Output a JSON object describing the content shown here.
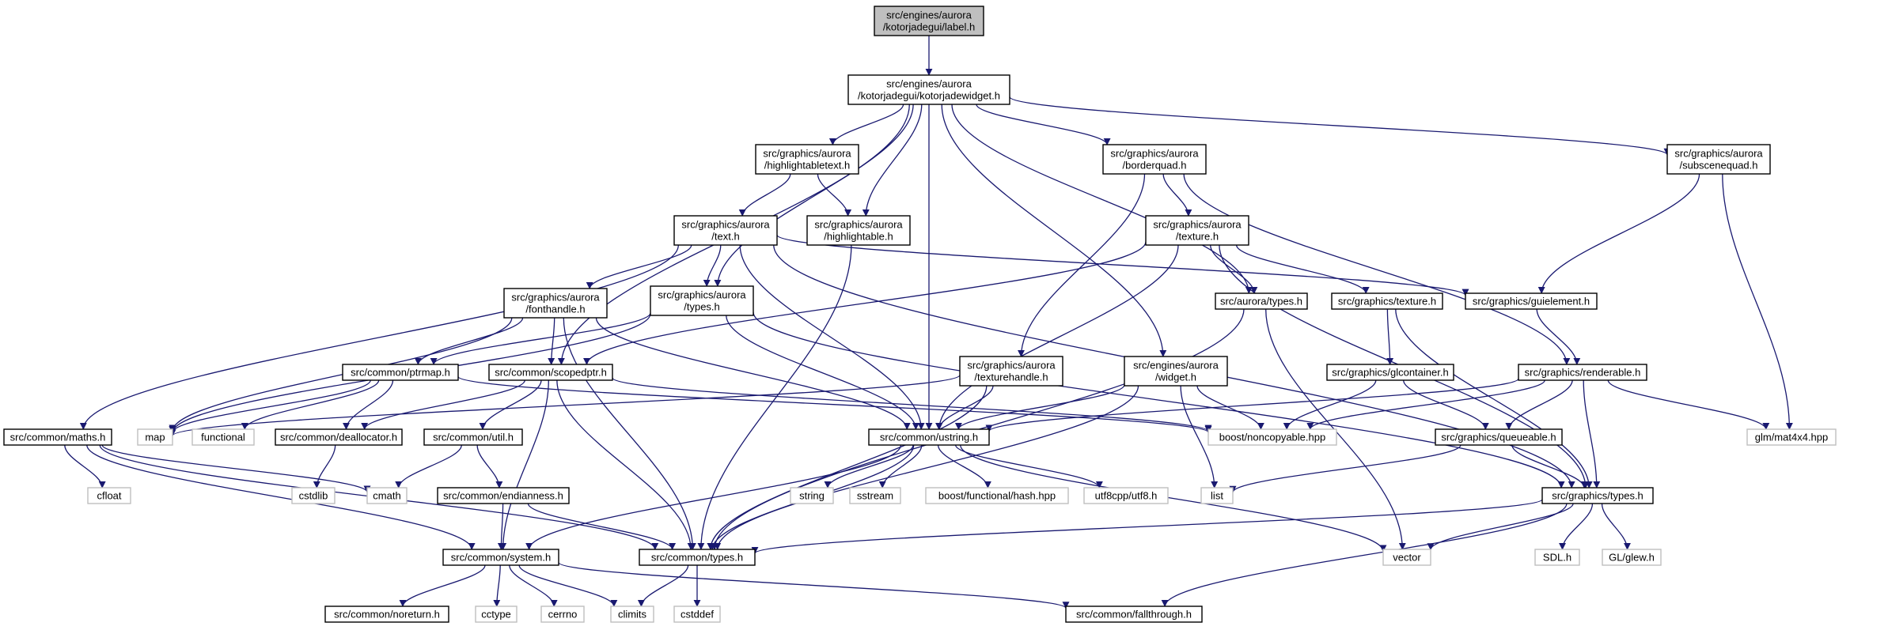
{
  "title": "",
  "colors": {
    "edge": "#191970",
    "node_border": "#000000",
    "external_border": "#bfbfbf",
    "root_fill": "#bfbfbf",
    "node_fill": "#ffffff",
    "external_text": "#000000"
  },
  "nodes": [
    {
      "id": "label_h",
      "lines": [
        "src/engines/aurora",
        "/kotorjadegui/label.h"
      ],
      "kind": "root"
    },
    {
      "id": "kotorjadewidget_h",
      "lines": [
        "src/engines/aurora",
        "/kotorjadegui/kotorjadewidget.h"
      ],
      "kind": "file"
    },
    {
      "id": "highlightabletext_h",
      "lines": [
        "src/graphics/aurora",
        "/highlightabletext.h"
      ],
      "kind": "file"
    },
    {
      "id": "borderquad_h",
      "lines": [
        "src/graphics/aurora",
        "/borderquad.h"
      ],
      "kind": "file"
    },
    {
      "id": "subscenequad_h",
      "lines": [
        "src/graphics/aurora",
        "/subscenequad.h"
      ],
      "kind": "file"
    },
    {
      "id": "text_h",
      "lines": [
        "src/graphics/aurora",
        "/text.h"
      ],
      "kind": "file"
    },
    {
      "id": "highlightable_h",
      "lines": [
        "src/graphics/aurora",
        "/highlightable.h"
      ],
      "kind": "file"
    },
    {
      "id": "ga_texture_h",
      "lines": [
        "src/graphics/aurora",
        "/texture.h"
      ],
      "kind": "file"
    },
    {
      "id": "fonthandle_h",
      "lines": [
        "src/graphics/aurora",
        "/fonthandle.h"
      ],
      "kind": "file"
    },
    {
      "id": "ga_types_h",
      "lines": [
        "src/graphics/aurora",
        "/types.h"
      ],
      "kind": "file"
    },
    {
      "id": "aurora_types_h",
      "lines": [
        "src/aurora/types.h"
      ],
      "kind": "file"
    },
    {
      "id": "g_texture_h",
      "lines": [
        "src/graphics/texture.h"
      ],
      "kind": "file"
    },
    {
      "id": "guielement_h",
      "lines": [
        "src/graphics/guielement.h"
      ],
      "kind": "file"
    },
    {
      "id": "ptrmap_h",
      "lines": [
        "src/common/ptrmap.h"
      ],
      "kind": "file"
    },
    {
      "id": "scopedptr_h",
      "lines": [
        "src/common/scopedptr.h"
      ],
      "kind": "file"
    },
    {
      "id": "texturehandle_h",
      "lines": [
        "src/graphics/aurora",
        "/texturehandle.h"
      ],
      "kind": "file"
    },
    {
      "id": "widget_h",
      "lines": [
        "src/engines/aurora",
        "/widget.h"
      ],
      "kind": "file"
    },
    {
      "id": "glcontainer_h",
      "lines": [
        "src/graphics/glcontainer.h"
      ],
      "kind": "file"
    },
    {
      "id": "renderable_h",
      "lines": [
        "src/graphics/renderable.h"
      ],
      "kind": "file"
    },
    {
      "id": "maths_h",
      "lines": [
        "src/common/maths.h"
      ],
      "kind": "file"
    },
    {
      "id": "map",
      "lines": [
        "map"
      ],
      "kind": "external"
    },
    {
      "id": "functional",
      "lines": [
        "functional"
      ],
      "kind": "external"
    },
    {
      "id": "deallocator_h",
      "lines": [
        "src/common/deallocator.h"
      ],
      "kind": "file"
    },
    {
      "id": "util_h",
      "lines": [
        "src/common/util.h"
      ],
      "kind": "file"
    },
    {
      "id": "ustring_h",
      "lines": [
        "src/common/ustring.h"
      ],
      "kind": "file"
    },
    {
      "id": "noncopyable_hpp",
      "lines": [
        "boost/noncopyable.hpp"
      ],
      "kind": "external"
    },
    {
      "id": "queueable_h",
      "lines": [
        "src/graphics/queueable.h"
      ],
      "kind": "file"
    },
    {
      "id": "mat4x4_hpp",
      "lines": [
        "glm/mat4x4.hpp"
      ],
      "kind": "external"
    },
    {
      "id": "cfloat",
      "lines": [
        "cfloat"
      ],
      "kind": "external"
    },
    {
      "id": "cstdlib",
      "lines": [
        "cstdlib"
      ],
      "kind": "external"
    },
    {
      "id": "cmath",
      "lines": [
        "cmath"
      ],
      "kind": "external"
    },
    {
      "id": "endianness_h",
      "lines": [
        "src/common/endianness.h"
      ],
      "kind": "file"
    },
    {
      "id": "string",
      "lines": [
        "string"
      ],
      "kind": "external"
    },
    {
      "id": "sstream",
      "lines": [
        "sstream"
      ],
      "kind": "external"
    },
    {
      "id": "hash_hpp",
      "lines": [
        "boost/functional/hash.hpp"
      ],
      "kind": "external"
    },
    {
      "id": "utf8_h",
      "lines": [
        "utf8cpp/utf8.h"
      ],
      "kind": "external"
    },
    {
      "id": "list",
      "lines": [
        "list"
      ],
      "kind": "external"
    },
    {
      "id": "g_types_h",
      "lines": [
        "src/graphics/types.h"
      ],
      "kind": "file"
    },
    {
      "id": "system_h",
      "lines": [
        "src/common/system.h"
      ],
      "kind": "file"
    },
    {
      "id": "c_types_h",
      "lines": [
        "src/common/types.h"
      ],
      "kind": "file"
    },
    {
      "id": "vector",
      "lines": [
        "vector"
      ],
      "kind": "external"
    },
    {
      "id": "sdl_h",
      "lines": [
        "SDL.h"
      ],
      "kind": "external"
    },
    {
      "id": "glew_h",
      "lines": [
        "GL/glew.h"
      ],
      "kind": "external"
    },
    {
      "id": "noreturn_h",
      "lines": [
        "src/common/noreturn.h"
      ],
      "kind": "file"
    },
    {
      "id": "cctype",
      "lines": [
        "cctype"
      ],
      "kind": "external"
    },
    {
      "id": "cerrno",
      "lines": [
        "cerrno"
      ],
      "kind": "external"
    },
    {
      "id": "climits",
      "lines": [
        "climits"
      ],
      "kind": "external"
    },
    {
      "id": "cstddef",
      "lines": [
        "cstddef"
      ],
      "kind": "external"
    },
    {
      "id": "fallthrough_h",
      "lines": [
        "src/common/fallthrough.h"
      ],
      "kind": "file"
    }
  ],
  "edges": [
    [
      "label_h",
      "kotorjadewidget_h"
    ],
    [
      "kotorjadewidget_h",
      "highlightabletext_h"
    ],
    [
      "kotorjadewidget_h",
      "highlightable_h"
    ],
    [
      "kotorjadewidget_h",
      "ga_types_h"
    ],
    [
      "kotorjadewidget_h",
      "scopedptr_h"
    ],
    [
      "kotorjadewidget_h",
      "ustring_h"
    ],
    [
      "kotorjadewidget_h",
      "widget_h"
    ],
    [
      "kotorjadewidget_h",
      "aurora_types_h"
    ],
    [
      "kotorjadewidget_h",
      "borderquad_h"
    ],
    [
      "kotorjadewidget_h",
      "subscenequad_h"
    ],
    [
      "highlightabletext_h",
      "text_h"
    ],
    [
      "highlightabletext_h",
      "highlightable_h"
    ],
    [
      "borderquad_h",
      "ga_texture_h"
    ],
    [
      "borderquad_h",
      "texturehandle_h"
    ],
    [
      "borderquad_h",
      "renderable_h"
    ],
    [
      "subscenequad_h",
      "guielement_h"
    ],
    [
      "subscenequad_h",
      "mat4x4_hpp"
    ],
    [
      "text_h",
      "fonthandle_h"
    ],
    [
      "text_h",
      "ga_types_h"
    ],
    [
      "text_h",
      "maths_h"
    ],
    [
      "text_h",
      "ustring_h"
    ],
    [
      "text_h",
      "guielement_h"
    ],
    [
      "text_h",
      "g_types_h"
    ],
    [
      "highlightable_h",
      "c_types_h"
    ],
    [
      "ga_texture_h",
      "aurora_types_h"
    ],
    [
      "ga_texture_h",
      "g_texture_h"
    ],
    [
      "ga_texture_h",
      "scopedptr_h"
    ],
    [
      "ga_texture_h",
      "ustring_h"
    ],
    [
      "ga_texture_h",
      "g_types_h"
    ],
    [
      "fonthandle_h",
      "ptrmap_h"
    ],
    [
      "fonthandle_h",
      "scopedptr_h"
    ],
    [
      "fonthandle_h",
      "map"
    ],
    [
      "fonthandle_h",
      "ustring_h"
    ],
    [
      "fonthandle_h",
      "c_types_h"
    ],
    [
      "ga_types_h",
      "map"
    ],
    [
      "ga_types_h",
      "ptrmap_h"
    ],
    [
      "ga_types_h",
      "ustring_h"
    ],
    [
      "ga_types_h",
      "g_types_h"
    ],
    [
      "aurora_types_h",
      "vector"
    ],
    [
      "aurora_types_h",
      "c_types_h"
    ],
    [
      "g_texture_h",
      "glcontainer_h"
    ],
    [
      "g_texture_h",
      "g_types_h"
    ],
    [
      "guielement_h",
      "renderable_h"
    ],
    [
      "ptrmap_h",
      "map"
    ],
    [
      "ptrmap_h",
      "functional"
    ],
    [
      "ptrmap_h",
      "deallocator_h"
    ],
    [
      "ptrmap_h",
      "noncopyable_hpp"
    ],
    [
      "scopedptr_h",
      "deallocator_h"
    ],
    [
      "scopedptr_h",
      "util_h"
    ],
    [
      "scopedptr_h",
      "system_h"
    ],
    [
      "scopedptr_h",
      "c_types_h"
    ],
    [
      "scopedptr_h",
      "noncopyable_hpp"
    ],
    [
      "texturehandle_h",
      "map"
    ],
    [
      "texturehandle_h",
      "ustring_h"
    ],
    [
      "texturehandle_h",
      "c_types_h"
    ],
    [
      "widget_h",
      "ustring_h"
    ],
    [
      "widget_h",
      "noncopyable_hpp"
    ],
    [
      "widget_h",
      "list"
    ],
    [
      "widget_h",
      "c_types_h"
    ],
    [
      "glcontainer_h",
      "noncopyable_hpp"
    ],
    [
      "glcontainer_h",
      "queueable_h"
    ],
    [
      "renderable_h",
      "ustring_h"
    ],
    [
      "renderable_h",
      "noncopyable_hpp"
    ],
    [
      "renderable_h",
      "queueable_h"
    ],
    [
      "renderable_h",
      "g_types_h"
    ],
    [
      "renderable_h",
      "mat4x4_hpp"
    ],
    [
      "maths_h",
      "cfloat"
    ],
    [
      "maths_h",
      "cmath"
    ],
    [
      "maths_h",
      "system_h"
    ],
    [
      "maths_h",
      "c_types_h"
    ],
    [
      "deallocator_h",
      "cstdlib"
    ],
    [
      "util_h",
      "cmath"
    ],
    [
      "util_h",
      "endianness_h"
    ],
    [
      "ustring_h",
      "string"
    ],
    [
      "ustring_h",
      "sstream"
    ],
    [
      "ustring_h",
      "hash_hpp"
    ],
    [
      "ustring_h",
      "utf8_h"
    ],
    [
      "ustring_h",
      "system_h"
    ],
    [
      "ustring_h",
      "c_types_h"
    ],
    [
      "ustring_h",
      "vector"
    ],
    [
      "queueable_h",
      "list"
    ],
    [
      "queueable_h",
      "g_types_h"
    ],
    [
      "endianness_h",
      "system_h"
    ],
    [
      "endianness_h",
      "c_types_h"
    ],
    [
      "g_types_h",
      "c_types_h"
    ],
    [
      "g_types_h",
      "vector"
    ],
    [
      "g_types_h",
      "sdl_h"
    ],
    [
      "g_types_h",
      "glew_h"
    ],
    [
      "g_types_h",
      "fallthrough_h"
    ],
    [
      "system_h",
      "noreturn_h"
    ],
    [
      "system_h",
      "cctype"
    ],
    [
      "system_h",
      "cerrno"
    ],
    [
      "system_h",
      "climits"
    ],
    [
      "system_h",
      "fallthrough_h"
    ],
    [
      "c_types_h",
      "climits"
    ],
    [
      "c_types_h",
      "cstddef"
    ]
  ]
}
